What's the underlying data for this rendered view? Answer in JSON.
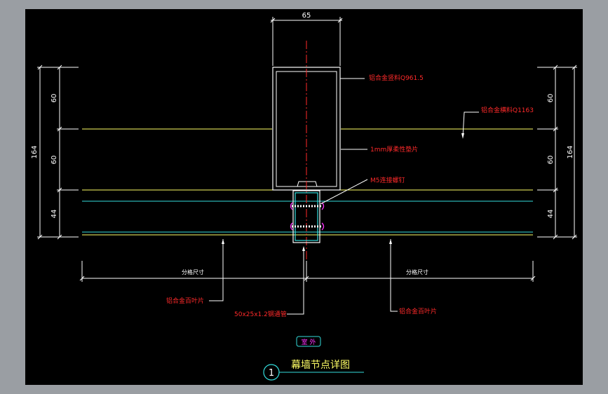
{
  "colors": {
    "background": "#000000",
    "frame": "#9a9ea3",
    "dimension": "#ffffff",
    "yellow": "#ffff66",
    "cyan": "#33dddd",
    "red": "#ff2a2a",
    "magenta": "#ff33ff",
    "white": "#ffffff"
  },
  "dimensions": {
    "top_width": "65",
    "left_total": "164",
    "left_upper": "60",
    "left_middle": "60",
    "left_lower": "44",
    "right_upper": "60",
    "right_middle": "60",
    "right_lower": "44",
    "right_total": "164"
  },
  "annotations": {
    "mullion": "铝合金竖料Q961.5",
    "transom": "铝合金横料Q1163",
    "pad": "1mm厚柔性垫片",
    "rivet": "M5连接螺钉",
    "left_spacing": "分格尺寸",
    "right_spacing": "分格尺寸",
    "left_louver": "铝合金百叶片",
    "steel_tube": "50x25x1.2钢通管",
    "right_louver": "铝合金百叶片"
  },
  "exterior_label": "室 外",
  "title": {
    "text": "幕墙节点详图",
    "number": "1"
  }
}
